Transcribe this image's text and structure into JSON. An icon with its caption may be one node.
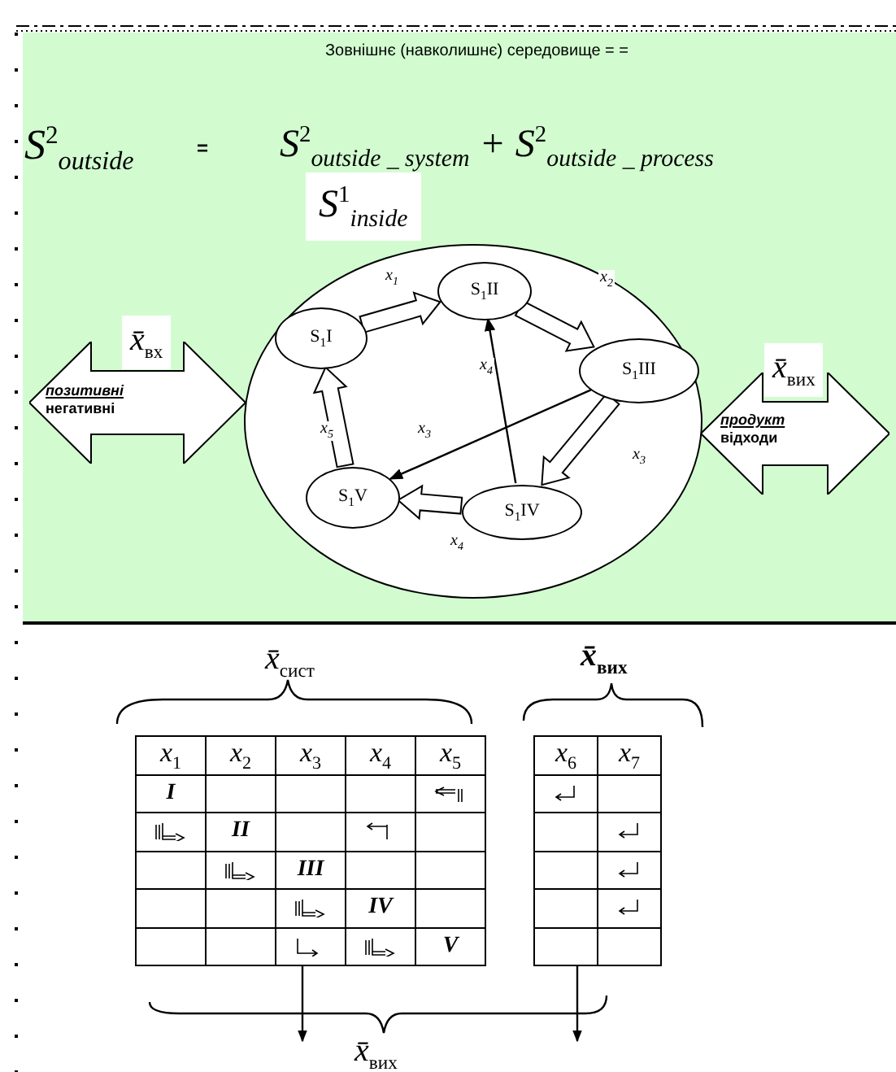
{
  "diagram": {
    "title": "Зовнішнє (навколишнє) середовище = =",
    "nodes": [
      {
        "text": [
          "S$^{1}$$_{inside}$"
        ]
      },
      {
        "text": [
          "S$_{1}$I"
        ],
        "in": 0
      },
      {
        "text": [
          "S$_{1}$II"
        ],
        "in": 0
      },
      {
        "text": [
          "S$_{1}$III"
        ],
        "in": 0
      },
      {
        "text": [
          "S$_{1}$IV"
        ],
        "in": 0
      },
      {
        "text": [
          "S$_{1}$V"
        ],
        "in": 0
      },
      {
        "text": [
          "позитивні",
          "негативні"
        ],
        "beside": [
          "x̄$_{вх}$"
        ]
      },
      {
        "text": [
          "продукт",
          "відходи"
        ],
        "beside": [
          "x̄$_{вих}$"
        ]
      }
    ],
    "edges": [
      {
        "from": 1,
        "to": 2,
        "arrow": "to",
        "label": "x$_{1}$",
        "style": "thick"
      },
      {
        "from": 2,
        "to": 3,
        "arrow": "to",
        "label": "x$_{2}$",
        "style": "thick"
      },
      {
        "from": 3,
        "to": 4,
        "arrow": "to",
        "label": "x$_{3}$",
        "style": "thick"
      },
      {
        "from": 4,
        "to": 5,
        "arrow": "to",
        "label": "x$_{4}$",
        "style": "thick"
      },
      {
        "from": 5,
        "to": 1,
        "arrow": "to",
        "label": "x$_{5}$",
        "style": "thick"
      },
      {
        "from": 4,
        "to": 2,
        "arrow": "to",
        "label": "x$_{4}$"
      },
      {
        "from": 3,
        "to": 5,
        "arrow": "to",
        "label": "x$_{3}$"
      }
    ],
    "labels": [
      "S$^{2}$$_{outside}$",
      "=",
      "S$^{2}$$_{outside _ system}$ + S$^{2}$$_{outside _ process}$",
      "x̄$_{сист}$",
      "x̄$_{вих}$",
      "x$_{1}$",
      "x$_{2}$",
      "x$_{3}$",
      "x$_{4}$",
      "x$_{5}$",
      "x$_{6}$",
      "x$_{7}$",
      "I",
      "II",
      "III",
      "IV",
      "V",
      "x̄$_{вих}$"
    ]
  }
}
